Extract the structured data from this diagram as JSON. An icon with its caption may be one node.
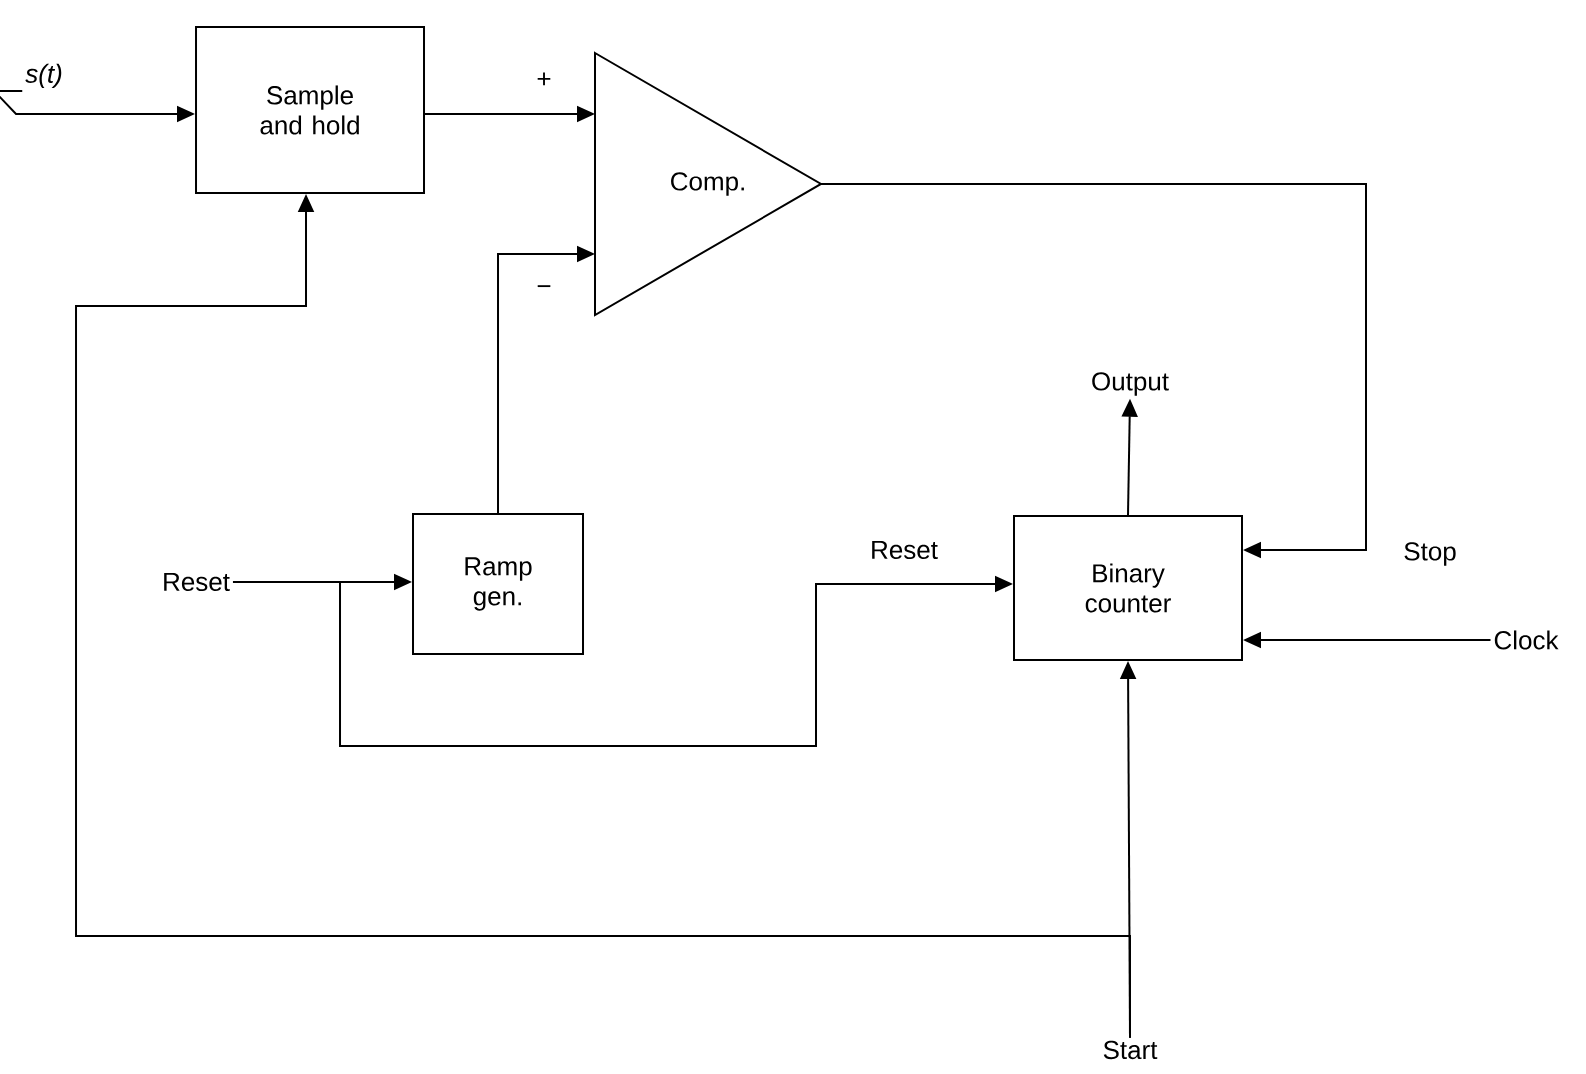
{
  "diagram": {
    "nodes": [
      {
        "text": [
          "s(t)"
        ]
      },
      {
        "text": [
          "Sample and hold"
        ]
      },
      {
        "text": [
          "Comp."
        ]
      },
      {
        "text": [
          "Ramp gen."
        ]
      },
      {
        "text": [
          "Binary counter"
        ]
      },
      {
        "text": [
          "Output"
        ]
      },
      {
        "text": [
          "Reset"
        ]
      },
      {
        "text": [
          "Clock"
        ]
      },
      {
        "text": [
          "Start"
        ]
      }
    ],
    "edges": [
      {
        "from": 0,
        "to": 1,
        "arrow": "to"
      },
      {
        "from": 1,
        "to": 2,
        "arrow": "to",
        "label": "+"
      },
      {
        "from": 3,
        "to": 2,
        "arrow": "to",
        "label": "−"
      },
      {
        "from": 2,
        "to": 4,
        "arrow": "to",
        "label": "Stop"
      },
      {
        "from": 7,
        "to": 4,
        "arrow": "to"
      },
      {
        "from": 4,
        "to": 5,
        "arrow": "to"
      },
      {
        "from": 6,
        "to": 3,
        "arrow": "to"
      },
      {
        "from": 6,
        "to": 4,
        "arrow": "to",
        "label": "Reset"
      },
      {
        "from": 8,
        "to": 4,
        "arrow": "to"
      },
      {
        "from": 8,
        "to": 1,
        "arrow": "to"
      }
    ]
  }
}
